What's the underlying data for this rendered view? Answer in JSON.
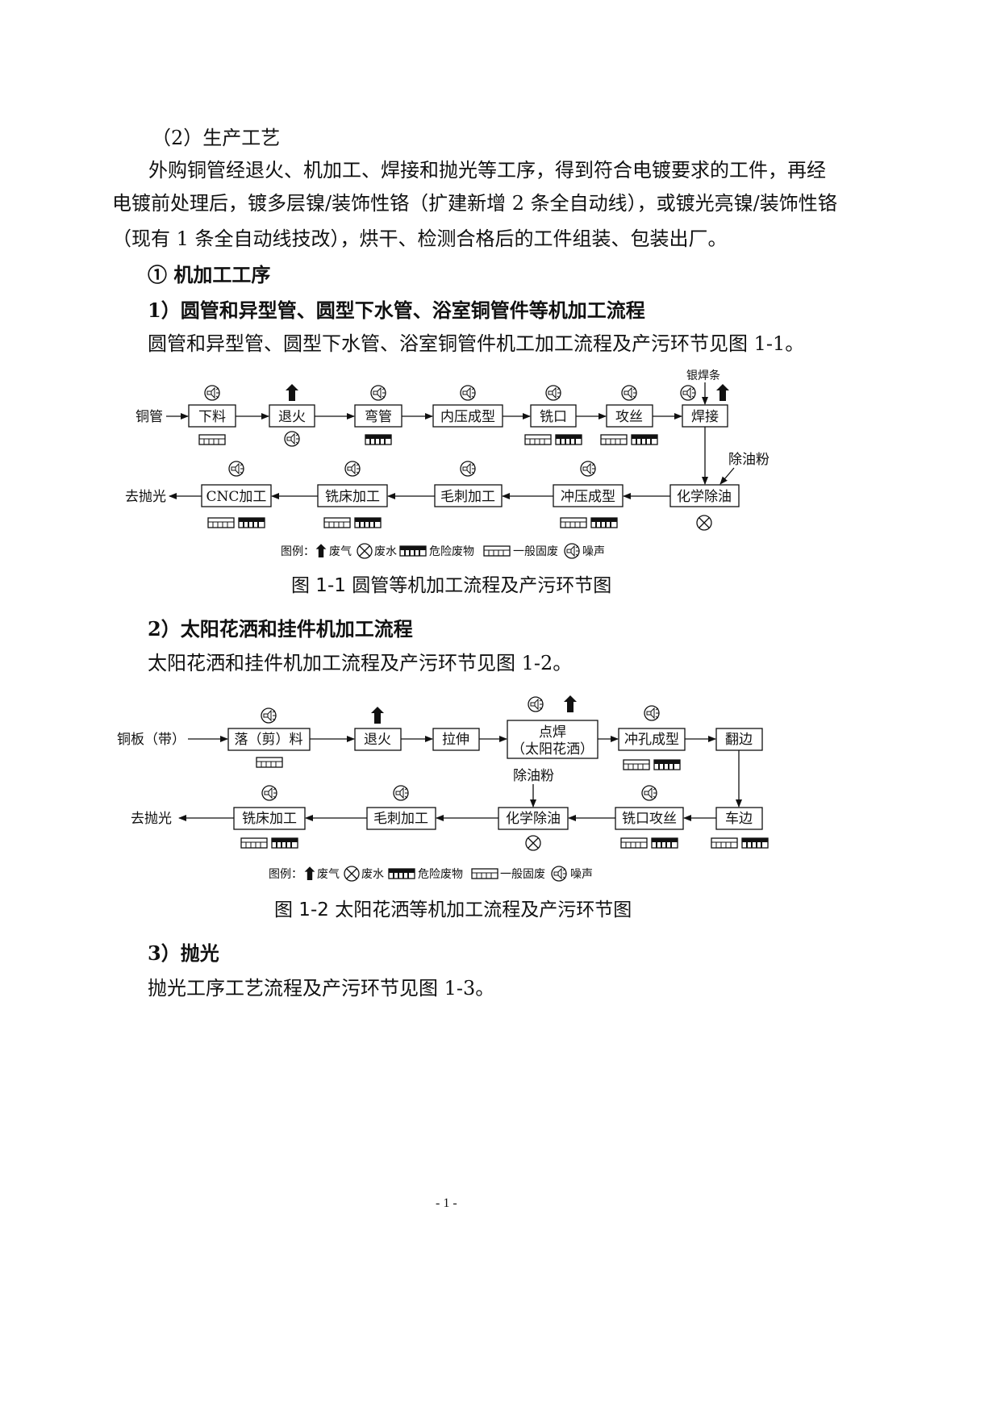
{
  "section_heading": "（2）生产工艺",
  "intro": [
    "外购铜管经退火、机加工、焊接和抛光等工序，得到符合电镀要求的工件，再经",
    "电镀前处理后，镀多层镍/装饰性铬（扩建新增 2 条全自动线），或镀光亮镍/装饰性铬",
    "（现有 1 条全自动线技改），烘干、检测合格后的工件组装、包装出厂。"
  ],
  "sub1": "① 机加工工序",
  "s1": {
    "heading": "1）圆管和异型管、圆型下水管、浴室铜管件等机加工流程",
    "text": "圆管和异型管、圆型下水管、浴室铜管件机工加工流程及产污环节见图 1-1。",
    "caption": "图 1-1  圆管等机加工流程及产污环节图"
  },
  "s2": {
    "heading": "2）太阳花洒和挂件机加工流程",
    "text": "太阳花洒和挂件机加工流程及产污环节见图 1-2。",
    "caption": "图 1-2 太阳花洒等机加工流程及产污环节图"
  },
  "s3": {
    "heading": "3）抛光",
    "text": "抛光工序工艺流程及产污环节见图 1-3。"
  },
  "page_number": "- 1 -",
  "fig1": {
    "input": "铜管",
    "output": "去抛光",
    "inputs": {
      "silver": "银焊条",
      "degrease": "除油粉"
    },
    "row1": [
      "下料",
      "退火",
      "弯管",
      "内压成型",
      "铣口",
      "攻丝",
      "焊接"
    ],
    "row2": [
      "化学除油",
      "冲压成型",
      "毛刺加工",
      "铣床加工",
      "CNC加工"
    ]
  },
  "fig2": {
    "input": "铜板（带）",
    "output": "去抛光",
    "inputs": {
      "degrease": "除油粉"
    },
    "row1": [
      "落（剪）料",
      "退火",
      "拉伸",
      "点焊",
      "（太阳花洒）",
      "冲孔成型",
      "翻边"
    ],
    "row2": [
      "车边",
      "铣口攻丝",
      "化学除油",
      "毛刺加工",
      "铣床加工"
    ]
  },
  "legend": {
    "prefix": "图例：",
    "gas": "废气",
    "water": "废水",
    "hazard": "危险废物",
    "solid": "一般固废",
    "noise": "噪声"
  }
}
